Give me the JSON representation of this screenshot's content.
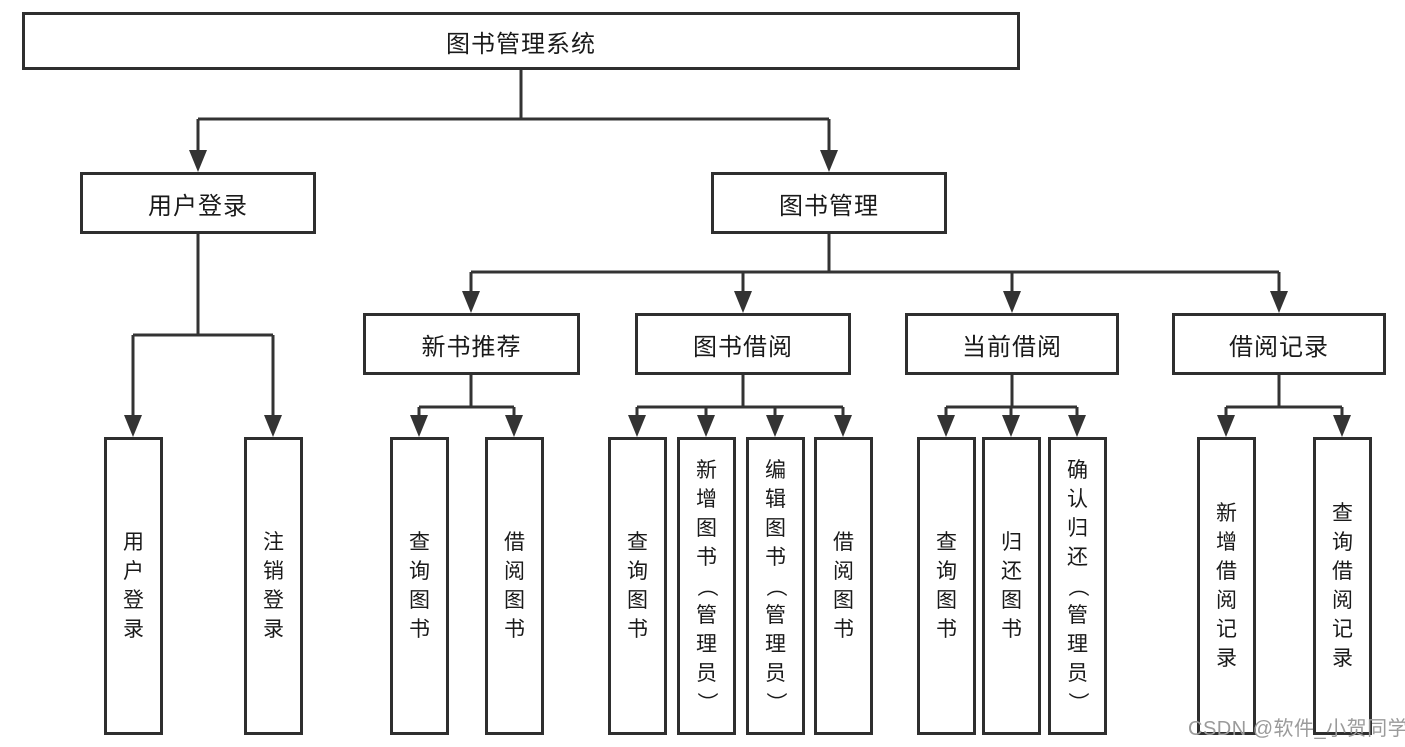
{
  "diagram": {
    "root": {
      "label": "图书管理系统"
    },
    "login": {
      "label": "用户登录",
      "children": [
        {
          "label": "用户登录"
        },
        {
          "label": "注销登录"
        }
      ]
    },
    "manage": {
      "label": "图书管理",
      "children": [
        {
          "label": "新书推荐",
          "children": [
            {
              "label": "查询图书"
            },
            {
              "label": "借阅图书"
            }
          ]
        },
        {
          "label": "图书借阅",
          "children": [
            {
              "label": "查询图书"
            },
            {
              "label": "新增图书（管理员）"
            },
            {
              "label": "编辑图书（管理员）"
            },
            {
              "label": "借阅图书"
            }
          ]
        },
        {
          "label": "当前借阅",
          "children": [
            {
              "label": "查询图书"
            },
            {
              "label": "归还图书"
            },
            {
              "label": "确认归还（管理员）"
            }
          ]
        },
        {
          "label": "借阅记录",
          "children": [
            {
              "label": "新增借阅记录"
            },
            {
              "label": "查询借阅记录"
            }
          ]
        }
      ]
    }
  },
  "watermark": {
    "text": "CSDN @软件_小贺同学"
  },
  "colors": {
    "line": "#333333",
    "box_border": "#2f2f2f",
    "box_fill": "#ffffff",
    "text": "#1a1a1a",
    "watermark": "#9b9b9b",
    "background": "#ffffff"
  }
}
